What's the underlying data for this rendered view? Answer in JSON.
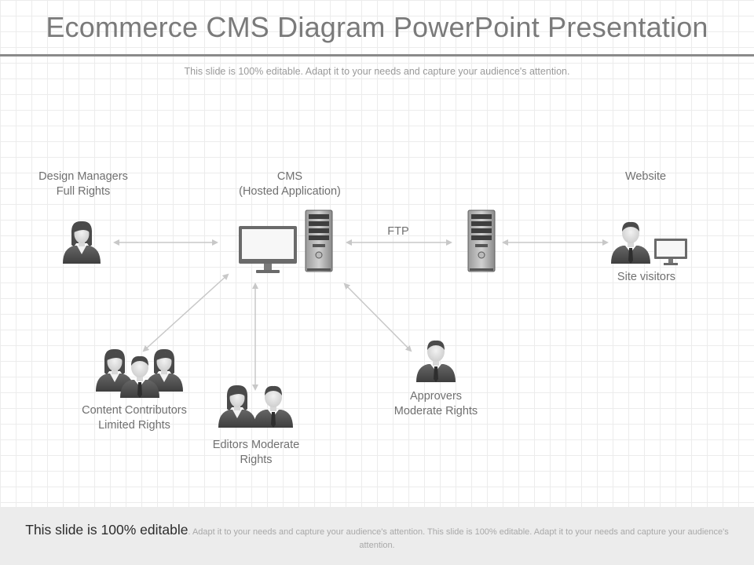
{
  "slide": {
    "title": "Ecommerce CMS Diagram PowerPoint Presentation",
    "subtitle": "This slide is 100% editable. Adapt it to your needs and capture your audience's attention."
  },
  "nodes": {
    "design_managers": {
      "line1": "Design Managers",
      "line2": "Full Rights",
      "icon": "businesswoman-icon"
    },
    "cms": {
      "line1": "CMS",
      "line2": "(Hosted Application)",
      "icon": "monitor-and-server-icon"
    },
    "ftp": {
      "label": "FTP",
      "icon": "server-icon"
    },
    "website": {
      "label": "Website",
      "sublabel": "Site visitors",
      "icon": "businessman-with-monitor-icon"
    },
    "content_contributors": {
      "line1": "Content Contributors",
      "line2": "Limited Rights",
      "icon": "team-of-three-icon"
    },
    "editors": {
      "line1": "Editors Moderate",
      "line2": "Rights",
      "icon": "team-of-two-icon"
    },
    "approvers": {
      "line1": "Approvers",
      "line2": "Moderate Rights",
      "icon": "businessman-icon"
    }
  },
  "footer": {
    "lead": "This slide is 100% editable",
    "rest": ". Adapt it to your needs and capture your audience's attention. This slide is 100% editable. Adapt it to your needs and capture your audience's attention."
  },
  "colors": {
    "icon_dark": "#555555",
    "icon_face": "#e6e6e6",
    "arrow": "#c8c8c8",
    "server": "#6a6a6a"
  }
}
